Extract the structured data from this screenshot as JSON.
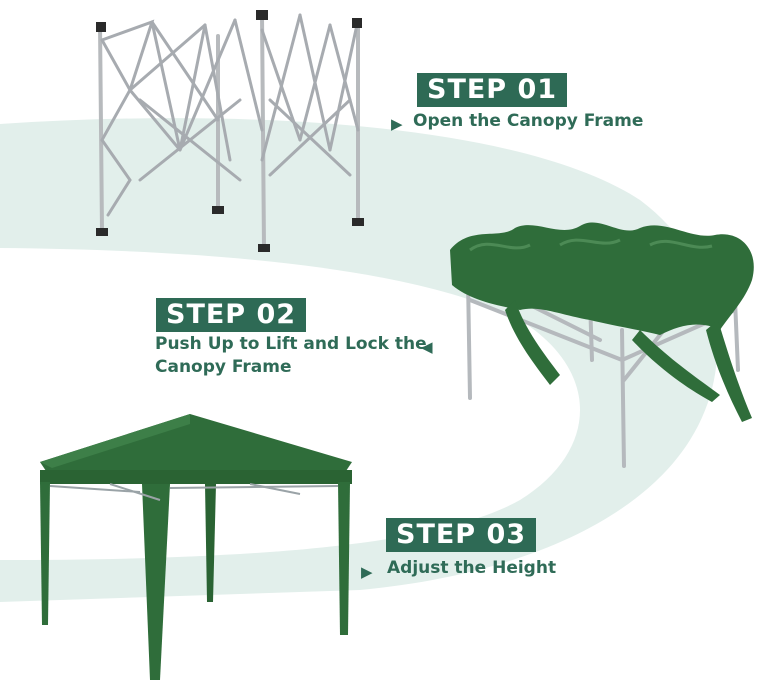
{
  "colors": {
    "band": "#e2efeb",
    "accent": "#2e6a55",
    "canopy": "#2f6d3a",
    "frame": "#b9bcbf"
  },
  "icons": [
    "play-right-icon",
    "play-left-icon"
  ],
  "steps": [
    {
      "badge": "STEP 01",
      "line1": "Open the Canopy Frame"
    },
    {
      "badge": "STEP 02",
      "line1": "Push Up to Lift and Lock the",
      "line2": "Canopy Frame"
    },
    {
      "badge": "STEP 03",
      "line1": "Adjust the Height"
    }
  ]
}
